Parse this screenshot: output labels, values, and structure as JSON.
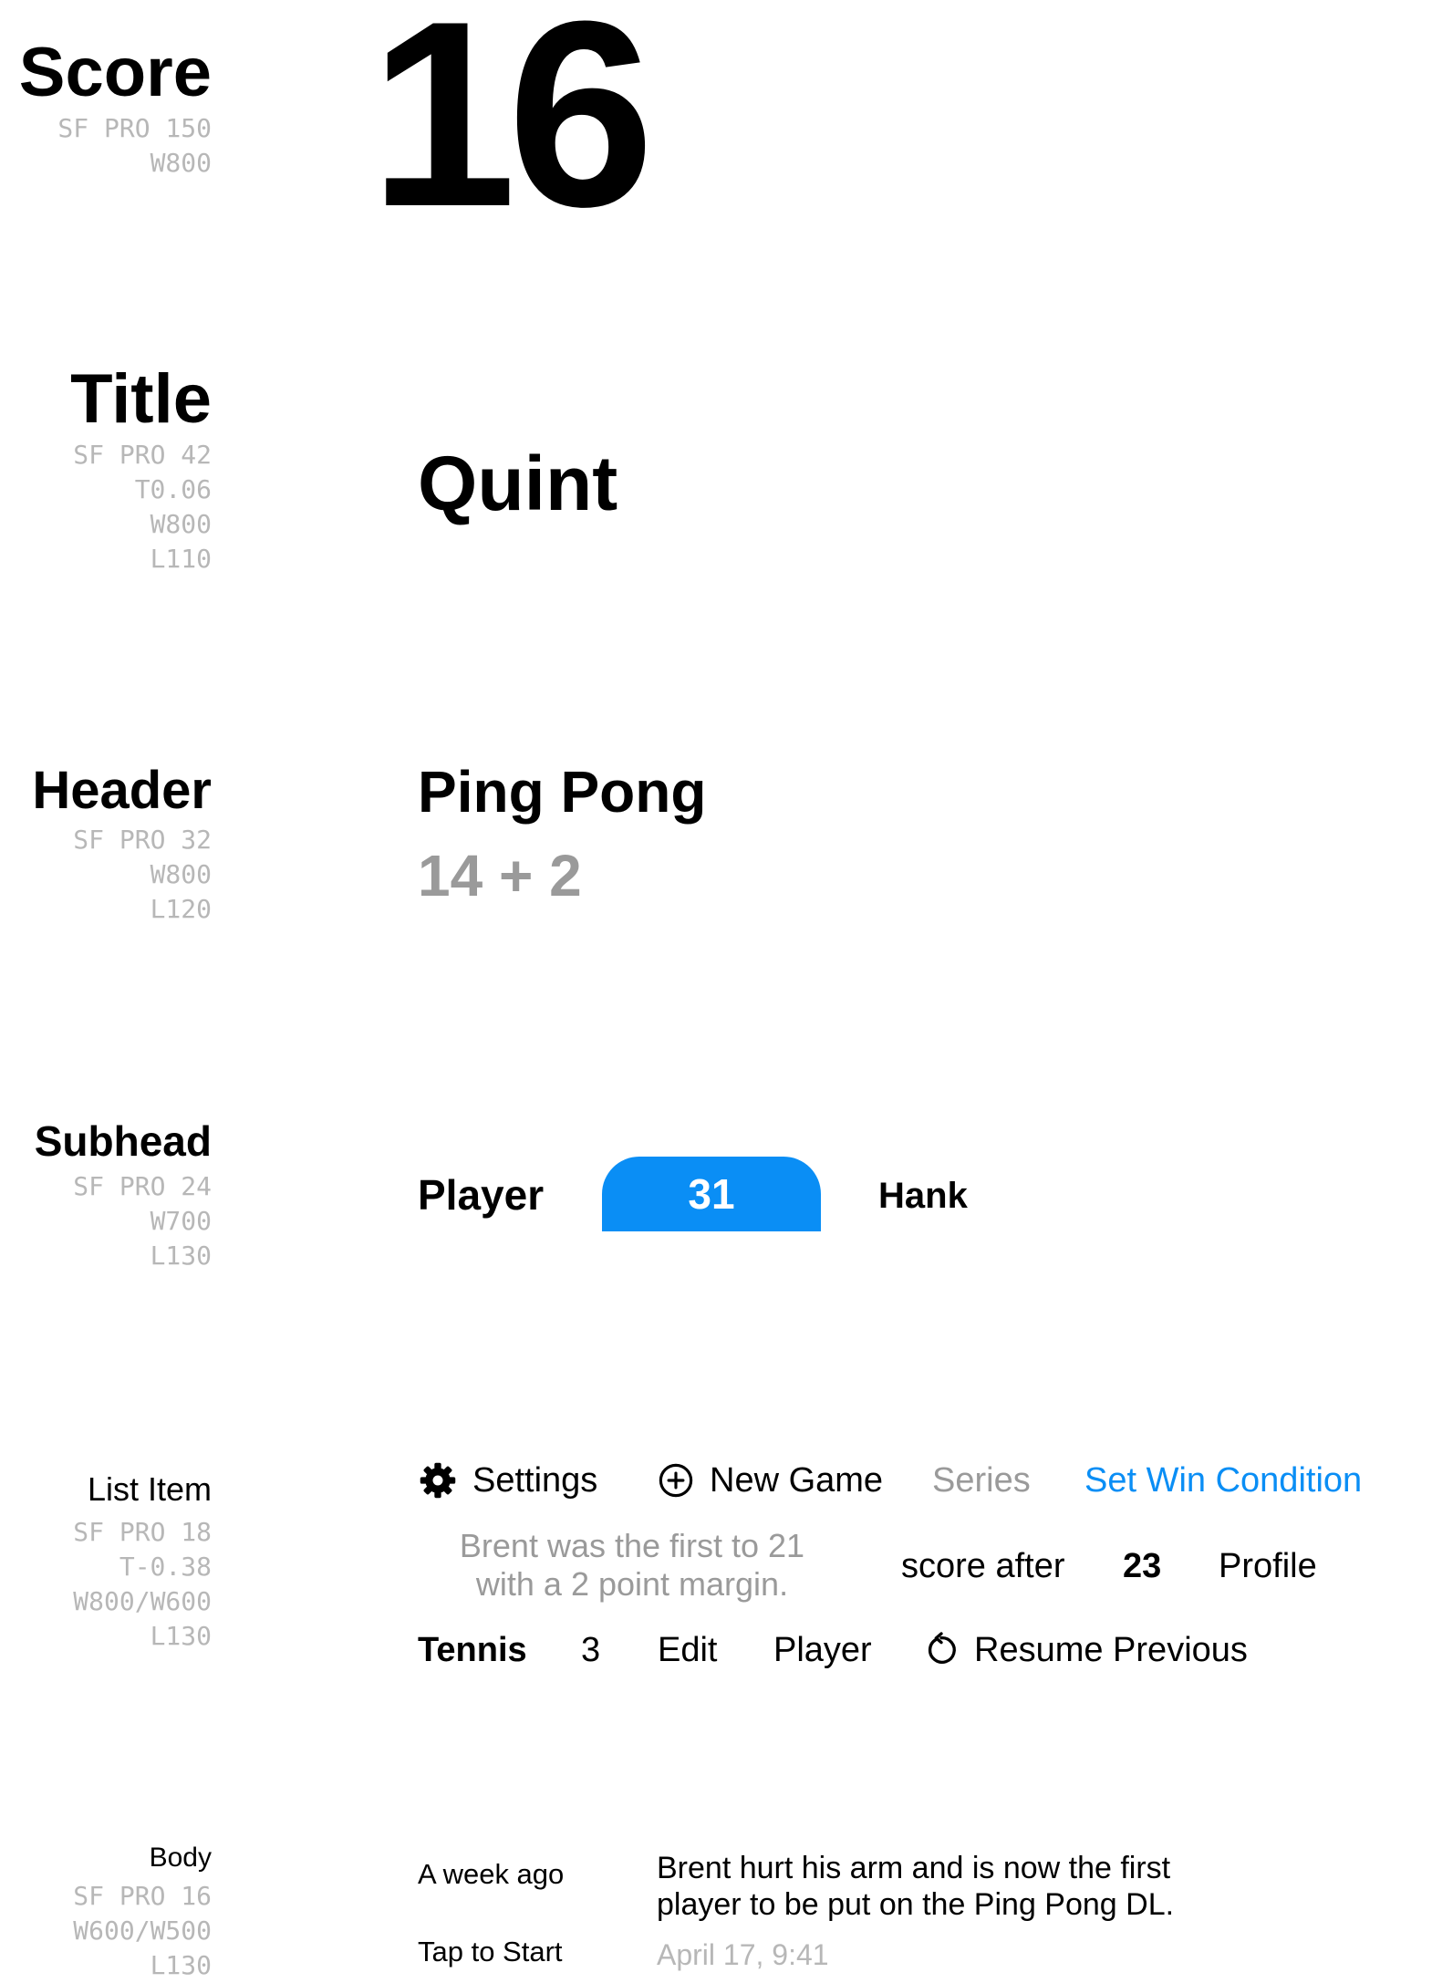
{
  "colors": {
    "accent": "#0a8ef5",
    "muted": "#9a9a9a",
    "spec": "#b7b7b7"
  },
  "sections": [
    {
      "name": "Score",
      "spec": [
        "SF PRO 150",
        "W800"
      ]
    },
    {
      "name": "Title",
      "spec": [
        "SF PRO 42",
        "T0.06",
        "W800",
        "L110"
      ]
    },
    {
      "name": "Header",
      "spec": [
        "SF PRO 32",
        "W800",
        "L120"
      ]
    },
    {
      "name": "Subhead",
      "spec": [
        "SF PRO 24",
        "W700",
        "L130"
      ]
    },
    {
      "name": "List Item",
      "spec": [
        "SF PRO 18",
        "T-0.38",
        "W800/W600",
        "L130"
      ]
    },
    {
      "name": "Body",
      "spec": [
        "SF PRO 16",
        "W600/W500",
        "L130"
      ]
    }
  ],
  "score": {
    "value": "16"
  },
  "title": {
    "text": "Quint"
  },
  "header": {
    "title": "Ping Pong",
    "subtitle": "14 + 2"
  },
  "subhead": {
    "player_label": "Player",
    "score_pill": "31",
    "name": "Hank"
  },
  "list_item": {
    "row1": {
      "settings": {
        "icon": "gear-icon",
        "label": "Settings"
      },
      "new_game": {
        "icon": "plus-circle-icon",
        "label": "New Game"
      },
      "series": "Series",
      "set_win_condition": "Set Win Condition"
    },
    "row2": {
      "message_line1": "Brent was the first to 21",
      "message_line2": "with a 2 point margin.",
      "score_after": "score after",
      "number": "23",
      "profile": "Profile"
    },
    "row3": {
      "tennis": "Tennis",
      "number": "3",
      "edit": "Edit",
      "player": "Player",
      "resume_previous": {
        "icon": "undo-arrow-icon",
        "label": "Resume Previous"
      }
    }
  },
  "body": {
    "time_ago": "A week ago",
    "tap_to_start": "Tap to Start",
    "message_line1": "Brent hurt his arm and is now the first",
    "message_line2": "player to be put on the Ping Pong DL.",
    "date": "April 17, 9:41"
  }
}
